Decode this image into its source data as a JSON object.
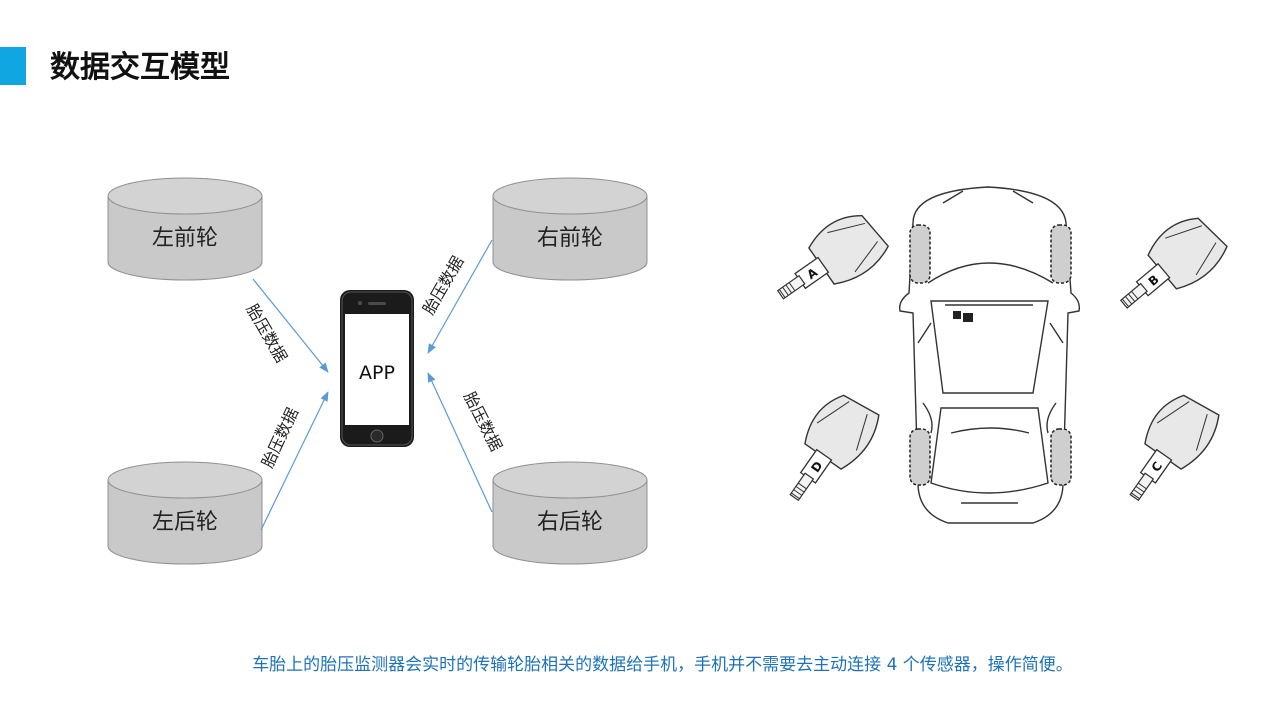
{
  "slide": {
    "title": "数据交互模型",
    "caption": "车胎上的胎压监测器会实时的传输轮胎相关的数据给手机，手机并不需要去主动连接 4 个传感器，操作简便。"
  },
  "diagram": {
    "nodes": {
      "front_left": "左前轮",
      "front_right": "右前轮",
      "rear_left": "左后轮",
      "rear_right": "右后轮",
      "phone": "APP"
    },
    "edge_label": "胎压数据"
  },
  "car_figure": {
    "sensor_labels": [
      "A",
      "B",
      "C",
      "D"
    ]
  },
  "colors": {
    "accent": "#10a6e2",
    "caption": "#1e72b8",
    "arrow": "#5b9bd5",
    "cylinder": "#c9c9c9"
  }
}
